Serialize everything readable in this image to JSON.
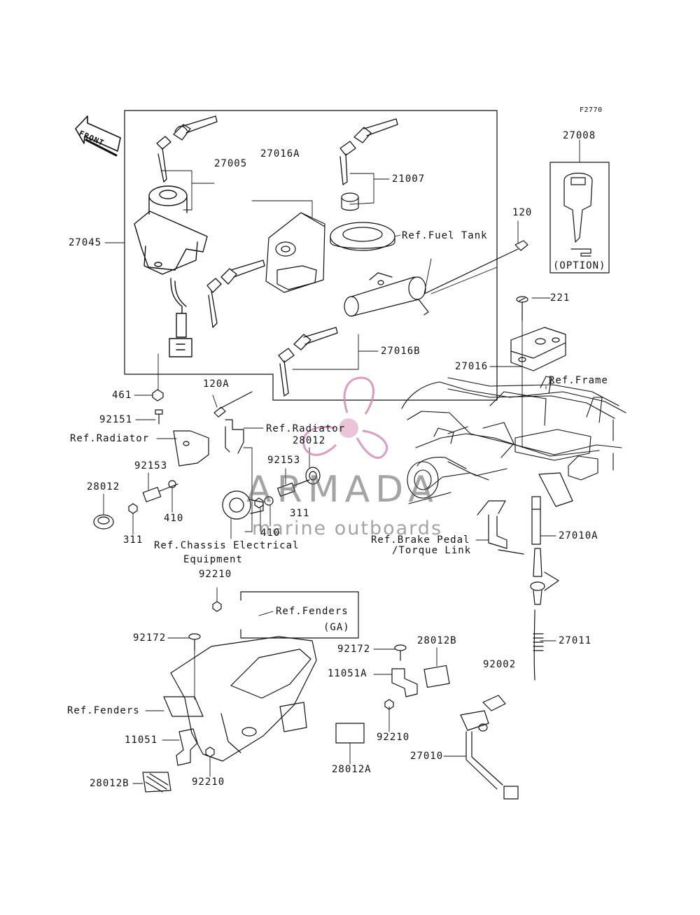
{
  "diagram": {
    "code": "F2770",
    "front_label": "FRONT",
    "watermark": {
      "name": "ARMADA",
      "subtitle": "marine outboards"
    },
    "labels": {
      "p27008": "27008",
      "option": "(OPTION)",
      "p27005": "27005",
      "p27016A": "27016A",
      "p21007": "21007",
      "ref_fuel_tank": "Ref.Fuel Tank",
      "p27045": "27045",
      "p120": "120",
      "p221": "221",
      "p27016B": "27016B",
      "p27016": "27016",
      "ref_frame": "Ref.Frame",
      "p461": "461",
      "p120A": "120A",
      "p92151": "92151",
      "ref_radiator_left": "Ref.Radiator",
      "ref_radiator_center": "Ref.Radiator",
      "p28012_center": "28012",
      "p92153_left": "92153",
      "p92153_center": "92153",
      "p28012_left": "28012",
      "p410_left": "410",
      "p410_center": "410",
      "p311_left": "311",
      "p311_center": "311",
      "ref_chassis_line1": "Ref.Chassis Electrical",
      "ref_chassis_line2": "Equipment",
      "p27010A": "27010A",
      "ref_brake_line1": "Ref.Brake Pedal",
      "ref_brake_line2": "/Torque Link",
      "p92210_top": "92210",
      "ref_fenders_ga_line1": "Ref.Fenders",
      "ref_fenders_ga_line2": "(GA)",
      "p92172_left": "92172",
      "p92172_right": "92172",
      "p28012B_right": "28012B",
      "p11051A": "11051A",
      "p27011": "27011",
      "p92002": "92002",
      "ref_fenders_left": "Ref.Fenders",
      "p92210_mid": "92210",
      "p11051": "11051",
      "p27010": "27010",
      "p28012B_left": "28012B",
      "p92210_bottom": "92210",
      "p28012A": "28012A"
    }
  }
}
